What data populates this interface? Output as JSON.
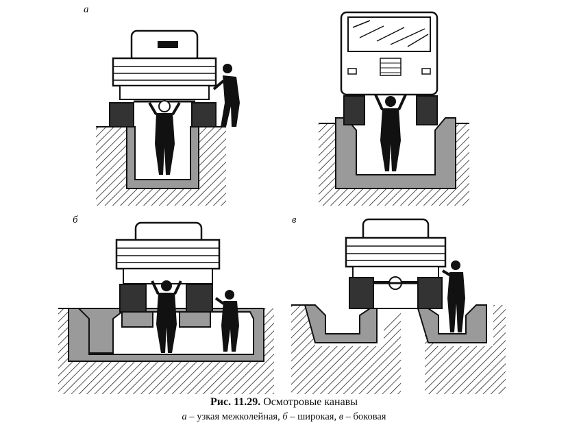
{
  "panels": [
    {
      "label": "а"
    },
    {
      "label": "б"
    },
    {
      "label": "в"
    }
  ],
  "caption": {
    "figure_number": "Рис. 11.29.",
    "title": "Осмотровые канавы",
    "legend": [
      {
        "key": "а",
        "text": " – узкая межколейная, "
      },
      {
        "key": "б",
        "text": " – широкая, "
      },
      {
        "key": "в",
        "text": " – боковая"
      }
    ]
  }
}
